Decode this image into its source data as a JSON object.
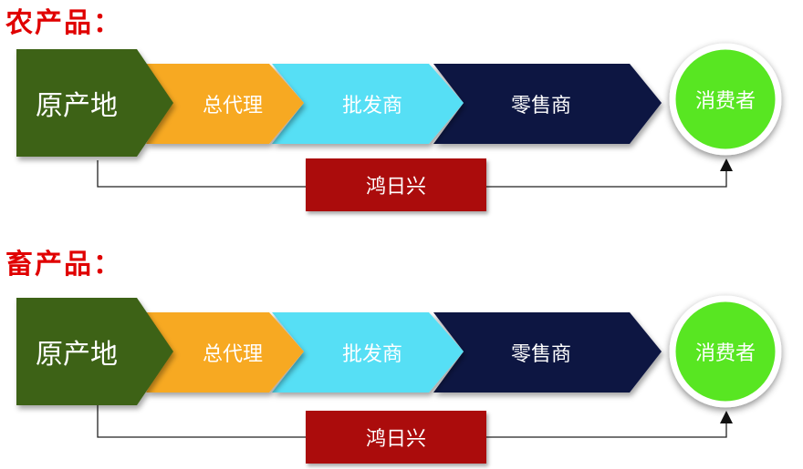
{
  "sections": [
    {
      "title": "农产品：",
      "stages": [
        "原产地",
        "总代理",
        "批发商",
        "零售商"
      ],
      "consumer": "消费者",
      "bypass": "鸿日兴"
    },
    {
      "title": "畜产品：",
      "stages": [
        "原产地",
        "总代理",
        "批发商",
        "零售商"
      ],
      "consumer": "消费者",
      "bypass": "鸿日兴"
    }
  ],
  "colors": {
    "title": "#e00000",
    "origin": "#3c6216",
    "agent": "#f7a920",
    "wholesaler": "#57dff5",
    "retailer": "#0f1643",
    "consumer": "#58e623",
    "bypass": "#ab0c0c"
  }
}
